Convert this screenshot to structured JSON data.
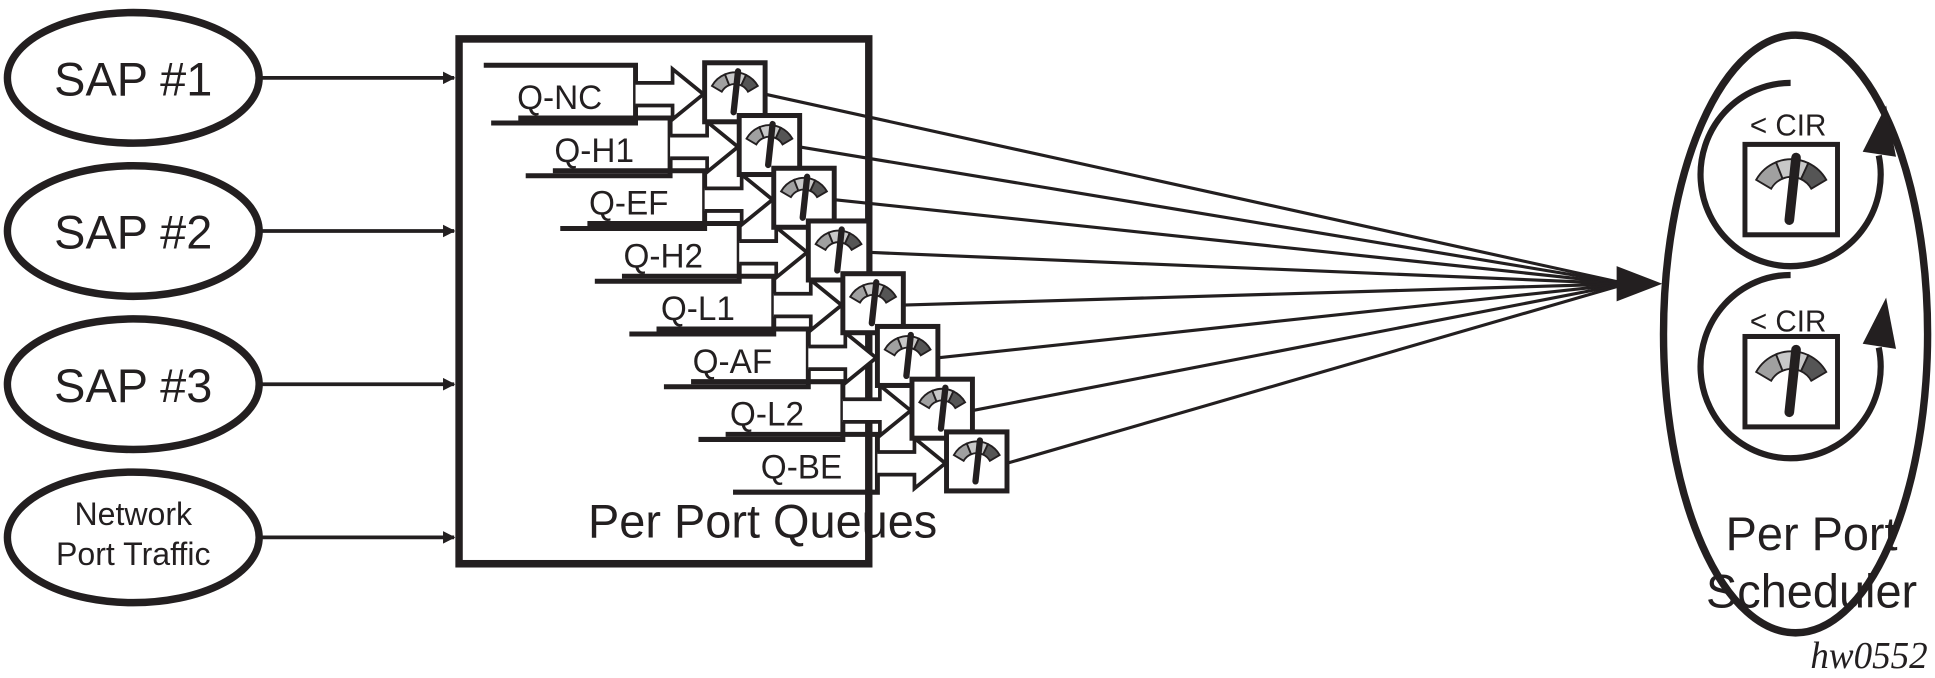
{
  "sources": [
    {
      "label": "SAP #1"
    },
    {
      "label": "SAP #2"
    },
    {
      "label": "SAP #3"
    },
    {
      "label_lines": [
        "Network",
        "Port Traffic"
      ]
    }
  ],
  "queues_box": {
    "title": "Per Port Queues",
    "queues": [
      "Q-NC",
      "Q-H1",
      "Q-EF",
      "Q-H2",
      "Q-L1",
      "Q-AF",
      "Q-L2",
      "Q-BE"
    ]
  },
  "scheduler": {
    "title_lines": [
      "Per Port",
      "Scheduler"
    ],
    "loops": [
      {
        "label": "< CIR"
      },
      {
        "label": "< CIR"
      }
    ]
  },
  "figure_id": "hw0552",
  "colors": {
    "ink": "#231f20",
    "gauge_light": "#c8c8c8",
    "gauge_mid": "#a0a0a0",
    "gauge_dark": "#555555"
  }
}
